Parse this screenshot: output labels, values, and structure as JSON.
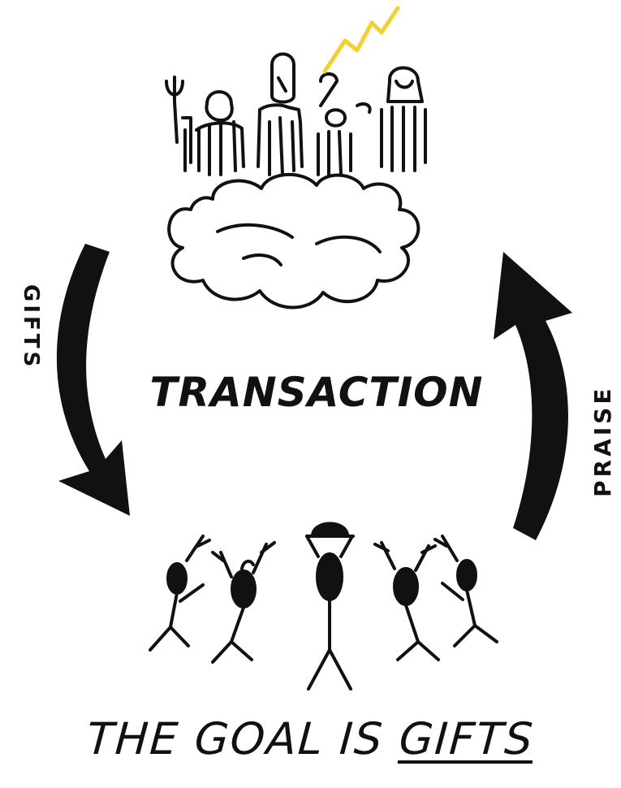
{
  "diagram": {
    "center_label": "TRANSACTION",
    "left_arrow_label": "GIFTS",
    "right_arrow_label": "PRAISE",
    "caption": {
      "prefix": "THE GOAL IS ",
      "emphasis": "GIFTS"
    }
  },
  "colors": {
    "ink": "#111111",
    "lightning": "#f2d12e",
    "background": "#ffffff"
  },
  "icons": {
    "gods": "gods-on-cloud-icon",
    "worshippers": "worshipping-people-icon",
    "lightning": "lightning-bolt-icon"
  }
}
